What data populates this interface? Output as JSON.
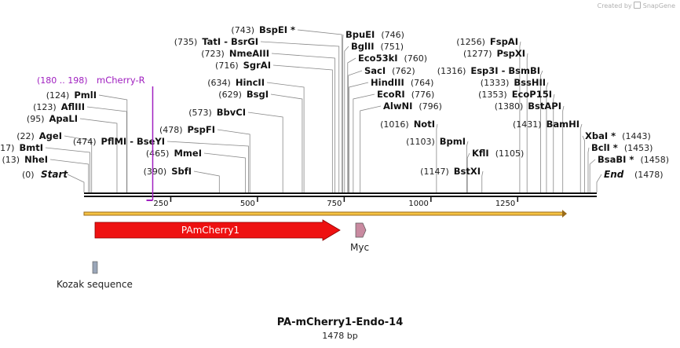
{
  "credit": "Created by",
  "brand": "SnapGene",
  "map_title": "PA-mCherry1-Endo-14",
  "map_length": "1478 bp",
  "sequence_length": 1478,
  "axis_ticks": [
    250,
    500,
    750,
    1000,
    1250
  ],
  "ends": {
    "start": {
      "label": "Start",
      "pos": "(0)"
    },
    "end": {
      "label": "End",
      "pos": "(1478)"
    }
  },
  "primer": {
    "label": "mCherry-R",
    "range": "(180 .. 198)",
    "start": 180,
    "end": 198,
    "color": "#a020c0"
  },
  "enzymes": [
    {
      "name": "NheI",
      "pos": 13
    },
    {
      "name": "BmtI",
      "pos": 17
    },
    {
      "name": "AgeI",
      "pos": 22
    },
    {
      "name": "ApaLI",
      "pos": 95
    },
    {
      "name": "AflIII",
      "pos": 123
    },
    {
      "name": "PmlI",
      "pos": 124
    },
    {
      "name": "SbfI",
      "pos": 390
    },
    {
      "name": "MmeI",
      "pos": 465
    },
    {
      "name": "PflMI - BseYI",
      "pos": 474
    },
    {
      "name": "PspFI",
      "pos": 478
    },
    {
      "name": "BbvCI",
      "pos": 573
    },
    {
      "name": "BsgI",
      "pos": 629
    },
    {
      "name": "HincII",
      "pos": 634
    },
    {
      "name": "SgrAI",
      "pos": 716
    },
    {
      "name": "NmeAIII",
      "pos": 723
    },
    {
      "name": "TatI - BsrGI",
      "pos": 735
    },
    {
      "name": "BspEI *",
      "pos": 743
    },
    {
      "name": "BpuEI",
      "pos": 746
    },
    {
      "name": "BglII",
      "pos": 751
    },
    {
      "name": "Eco53kI",
      "pos": 760
    },
    {
      "name": "SacI",
      "pos": 762
    },
    {
      "name": "HindIII",
      "pos": 764
    },
    {
      "name": "EcoRI",
      "pos": 776
    },
    {
      "name": "AlwNI",
      "pos": 796
    },
    {
      "name": "NotI",
      "pos": 1016
    },
    {
      "name": "BpmI",
      "pos": 1103
    },
    {
      "name": "KflI",
      "pos": 1105
    },
    {
      "name": "BstXI",
      "pos": 1147
    },
    {
      "name": "FspAI",
      "pos": 1256
    },
    {
      "name": "PspXI",
      "pos": 1277
    },
    {
      "name": "Esp3I - BsmBI",
      "pos": 1316
    },
    {
      "name": "BssHII",
      "pos": 1333
    },
    {
      "name": "EcoP15I",
      "pos": 1353
    },
    {
      "name": "BstAPI",
      "pos": 1380
    },
    {
      "name": "BamHI",
      "pos": 1431
    },
    {
      "name": "XbaI *",
      "pos": 1443
    },
    {
      "name": "BclI *",
      "pos": 1453
    },
    {
      "name": "BsaBI *",
      "pos": 1458
    }
  ],
  "features": [
    {
      "name": "PAmCherry1",
      "start": 33,
      "end": 744,
      "color": "#ee1111",
      "label_inside": true
    },
    {
      "name": "Myc",
      "start": 802,
      "end": 832,
      "color": "#c98aa0",
      "label_inside": false
    },
    {
      "name": "Kozak sequence",
      "start": 24,
      "end": 34,
      "color": "#9aa6b8",
      "label_inside": false
    }
  ]
}
